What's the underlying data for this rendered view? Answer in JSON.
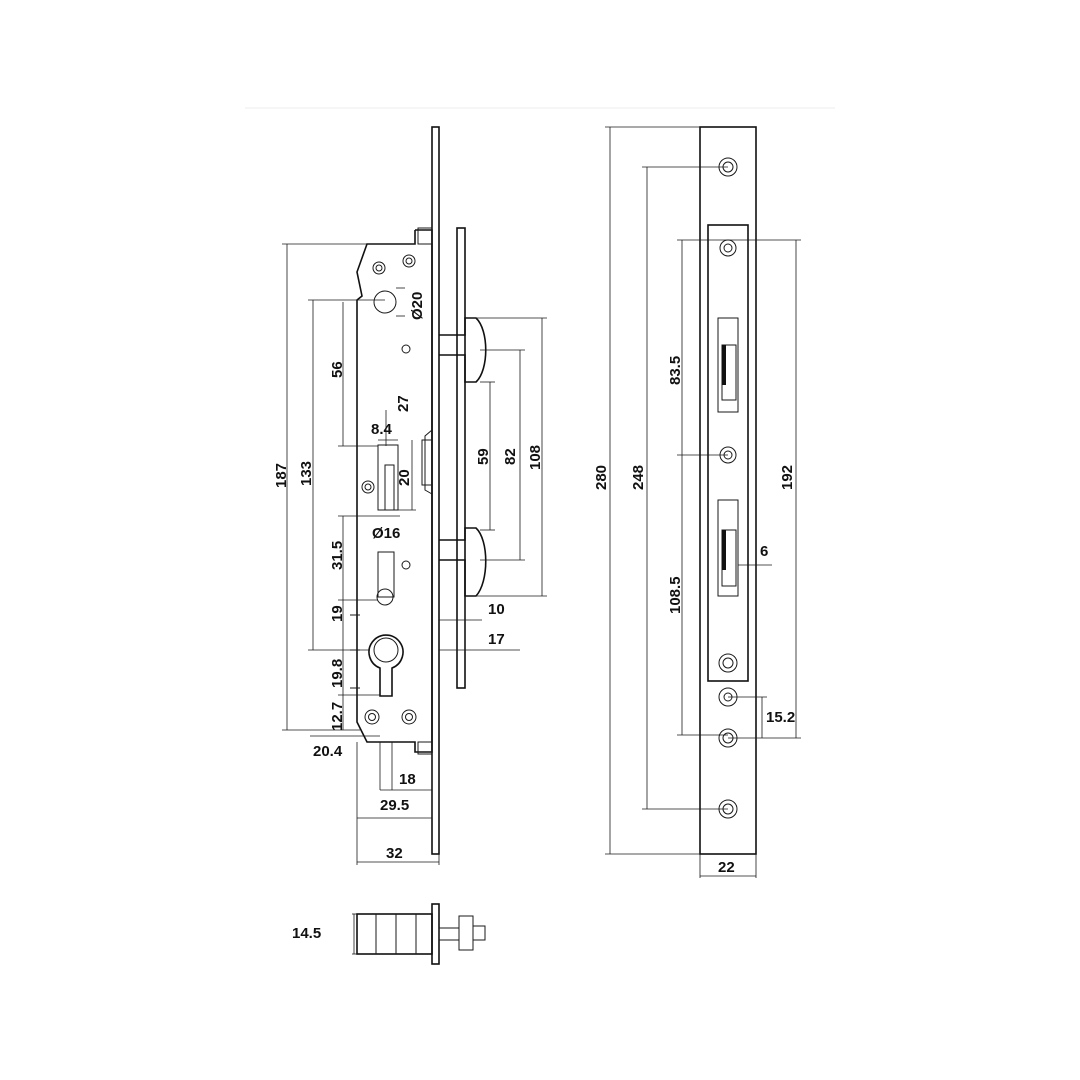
{
  "side_view": {
    "d20": "Ø20",
    "d56": "56",
    "d27": "27",
    "d84": "8.4",
    "d20b": "20",
    "d187": "187",
    "d133": "133",
    "d16": "Ø16",
    "d315": "31.5",
    "d19": "19",
    "d198": "19.8",
    "d127": "12.7",
    "d204": "20.4",
    "d18": "18",
    "d295": "29.5",
    "d32": "32",
    "d59": "59",
    "d82": "82",
    "d108": "108",
    "d10": "10",
    "d17": "17"
  },
  "front_view": {
    "d280": "280",
    "d248": "248",
    "d835": "83.5",
    "d192": "192",
    "d6": "6",
    "d1085": "108.5",
    "d152": "15.2",
    "d22": "22"
  },
  "bottom_view": {
    "d145": "14.5"
  }
}
